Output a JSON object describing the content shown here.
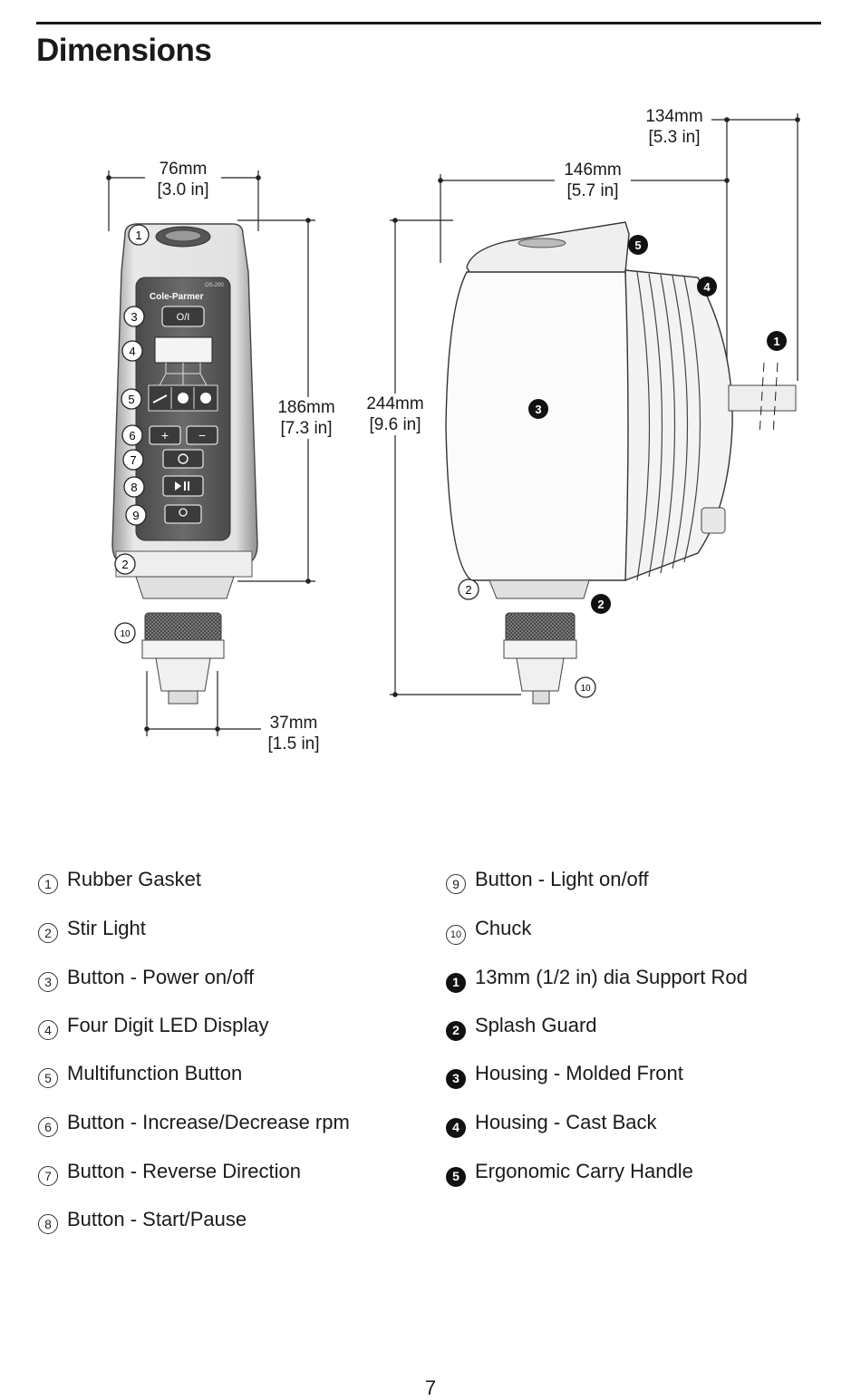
{
  "page": {
    "title": "Dimensions",
    "page_number": "7"
  },
  "dimensions": {
    "front_width": {
      "mm": "76mm",
      "in": "[3.0 in]"
    },
    "front_height": {
      "mm": "186mm",
      "in": "[7.3 in]"
    },
    "chuck_width": {
      "mm": "37mm",
      "in": "[1.5 in]"
    },
    "side_height": {
      "mm": "244mm",
      "in": "[9.6 in]"
    },
    "side_depth": {
      "mm": "146mm",
      "in": "[5.7 in]"
    },
    "rod_length": {
      "mm": "134mm",
      "in": "[5.3 in]"
    }
  },
  "device": {
    "brand": "Cole-Parmer",
    "model": "OS-200",
    "power_label": "O/I",
    "plus_label": "+",
    "minus_label": "−"
  },
  "markers": {
    "open": [
      "1",
      "2",
      "3",
      "4",
      "5",
      "6",
      "7",
      "8",
      "9",
      "10"
    ],
    "solid": [
      "1",
      "2",
      "3",
      "4",
      "5"
    ]
  },
  "legend_left": [
    {
      "marker": "1",
      "label": "Rubber Gasket"
    },
    {
      "marker": "2",
      "label": "Stir Light"
    },
    {
      "marker": "3",
      "label": "Button - Power on/off"
    },
    {
      "marker": "4",
      "label": "Four Digit LED Display"
    },
    {
      "marker": "5",
      "label": "Multifunction Button"
    },
    {
      "marker": "6",
      "label": "Button - Increase/Decrease rpm"
    },
    {
      "marker": "7",
      "label": "Button - Reverse Direction"
    },
    {
      "marker": "8",
      "label": "Button - Start/Pause"
    }
  ],
  "legend_right": [
    {
      "marker": "9",
      "label": "Button - Light on/off"
    },
    {
      "marker": "10",
      "label": "Chuck"
    },
    {
      "marker": "1",
      "label": "13mm (1/2 in) dia Support Rod"
    },
    {
      "marker": "2",
      "label": "Splash Guard"
    },
    {
      "marker": "3",
      "label": "Housing - Molded Front"
    },
    {
      "marker": "4",
      "label": "Housing - Cast Back"
    },
    {
      "marker": "5",
      "label": "Ergonomic Carry Handle"
    }
  ]
}
